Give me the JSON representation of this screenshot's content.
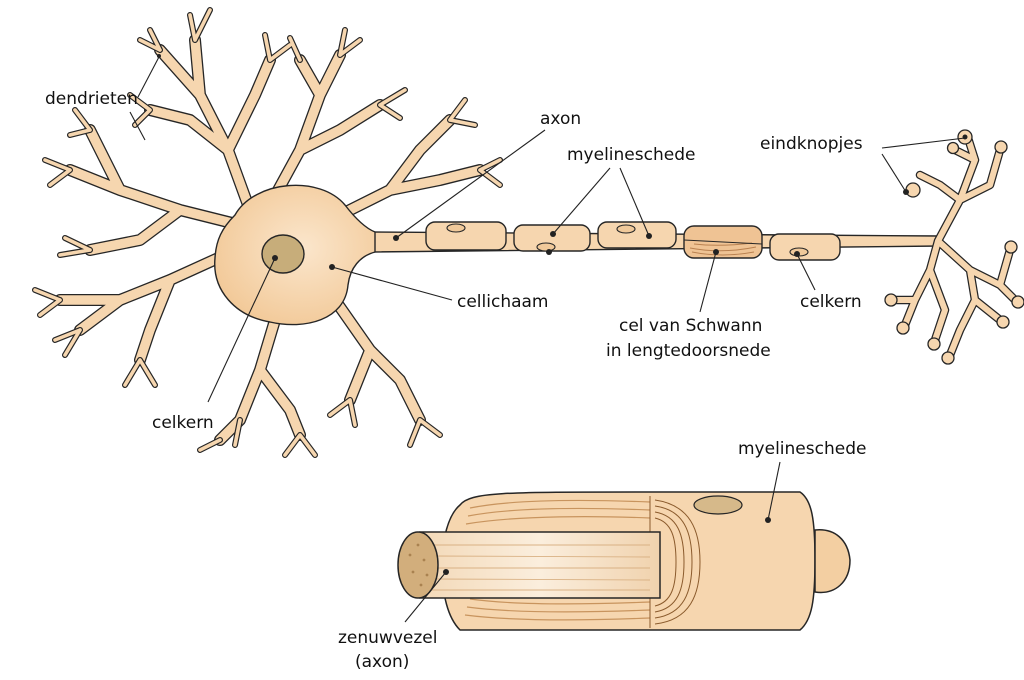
{
  "labels": {
    "dendrites": "dendrieten",
    "axon": "axon",
    "myelin_sheath": "myelineschede",
    "end_bulbs": "eindknopjes",
    "cell_body": "cellichaam",
    "nucleus_soma": "celkern",
    "schwann_cell_line1": "cel van Schwann",
    "schwann_cell_line2": "in lengtedoorsnede",
    "nucleus_schwann": "celkern",
    "myelin_sheath_detail": "myelineschede",
    "nerve_fiber_line1": "zenuwvezel",
    "nerve_fiber_line2": "(axon)"
  },
  "colors": {
    "cytoplasm": "#f6d6af",
    "cytoplasm_shade": "#efc394",
    "nucleus": "#c7ad7a",
    "myelin_layers": "#c8945e",
    "outline": "#262626"
  }
}
